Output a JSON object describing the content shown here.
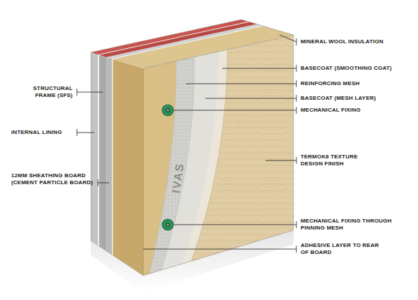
{
  "diagram": {
    "labels": [
      "MINERAL WOOL INSULATION",
      "BASECOAT (SMOOTHING COAT)",
      "REINFORCING MESH",
      "BASECOAT (MESH LAYER)",
      "MECHANICAL FIXING",
      "STRUCTURAL FRAME (SFS)",
      "INTERNAL LINING",
      "TERMOK8 TEXTURE DESIGN FINISH",
      "12MM SHEATHING BOARD (CEMENT PARTICLE BOARD)",
      "MECHANICAL FIXING THROUGH PINNING MESH",
      "ADHESIVE LAYER TO REAR OF BOARD",
      "IVAS"
    ]
  }
}
